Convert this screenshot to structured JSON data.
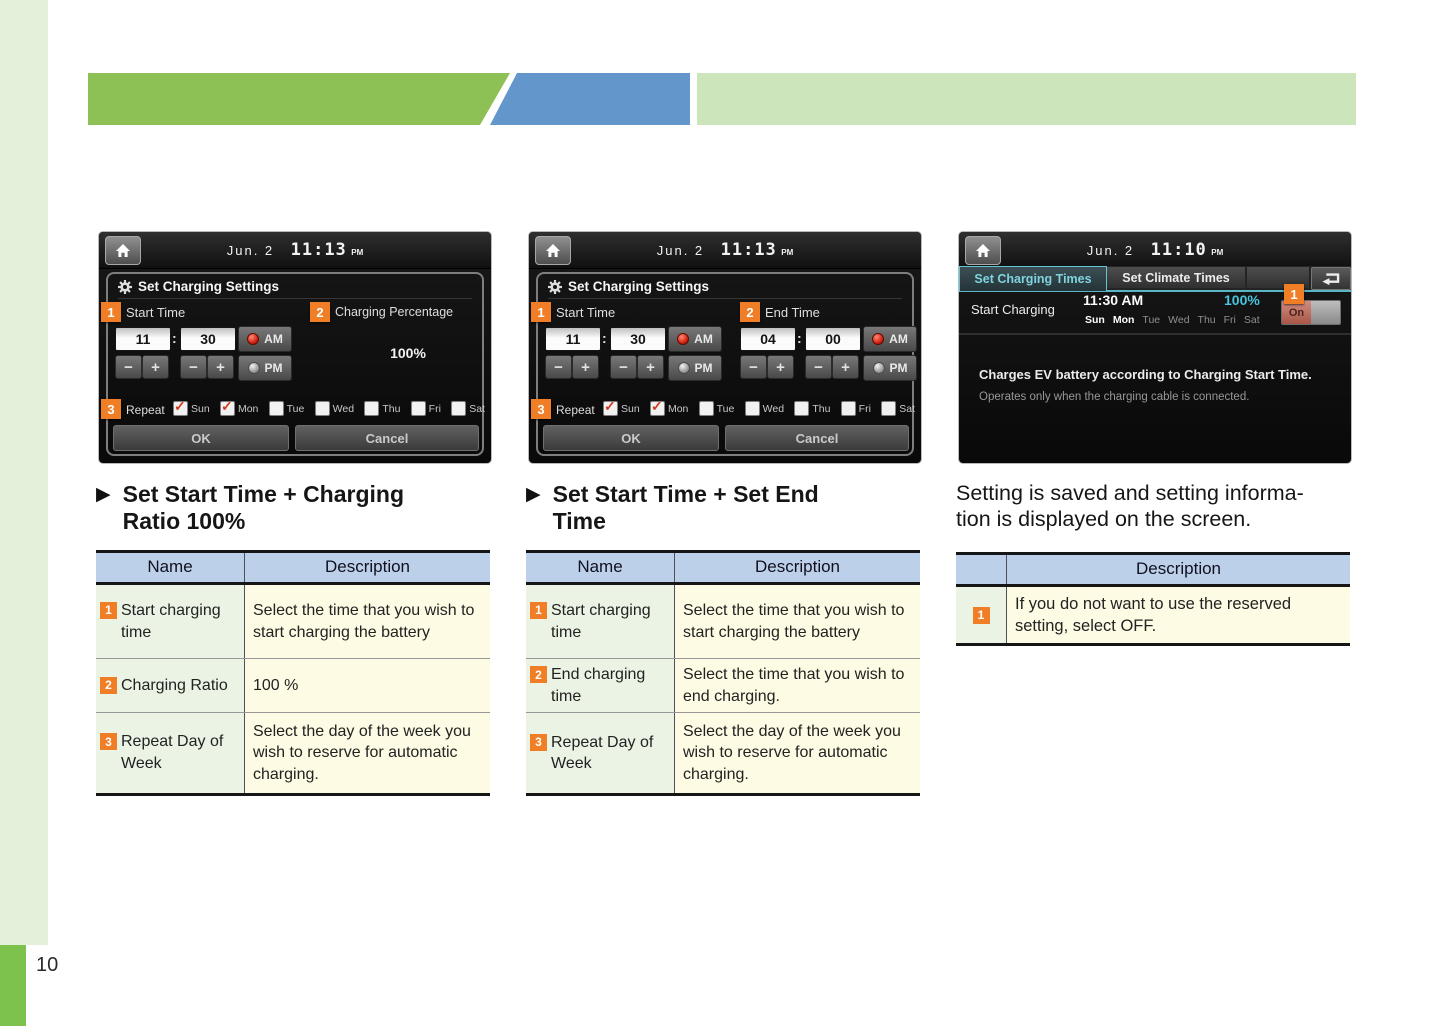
{
  "page": {
    "number": "10"
  },
  "screens": {
    "s1": {
      "status": {
        "date": "Jun. 2",
        "time": "11:13",
        "meridiem": "PM"
      },
      "panel_title": "Set Charging Settings",
      "colon": ":",
      "minus": "−",
      "plus": "+",
      "start": {
        "badge": "1",
        "label": "Start Time",
        "hour": "11",
        "minute": "30",
        "am": "AM",
        "pm": "PM"
      },
      "percent": {
        "badge": "2",
        "label": "Charging Percentage",
        "value": "100%"
      },
      "repeat": {
        "badge": "3",
        "label": "Repeat",
        "days": [
          {
            "label": "Sun",
            "checked": true
          },
          {
            "label": "Mon",
            "checked": true
          },
          {
            "label": "Tue",
            "checked": false
          },
          {
            "label": "Wed",
            "checked": false
          },
          {
            "label": "Thu",
            "checked": false
          },
          {
            "label": "Fri",
            "checked": false
          },
          {
            "label": "Sat",
            "checked": false
          }
        ]
      },
      "ok": "OK",
      "cancel": "Cancel"
    },
    "s2": {
      "status": {
        "date": "Jun. 2",
        "time": "11:13",
        "meridiem": "PM"
      },
      "panel_title": "Set Charging Settings",
      "colon": ":",
      "minus": "−",
      "plus": "+",
      "start": {
        "badge": "1",
        "label": "Start Time",
        "hour": "11",
        "minute": "30",
        "am": "AM",
        "pm": "PM"
      },
      "end": {
        "badge": "2",
        "label": "End Time",
        "hour": "04",
        "minute": "00",
        "am": "AM",
        "pm": "PM"
      },
      "repeat": {
        "badge": "3",
        "label": "Repeat",
        "days": [
          {
            "label": "Sun",
            "checked": true
          },
          {
            "label": "Mon",
            "checked": true
          },
          {
            "label": "Tue",
            "checked": false
          },
          {
            "label": "Wed",
            "checked": false
          },
          {
            "label": "Thu",
            "checked": false
          },
          {
            "label": "Fri",
            "checked": false
          },
          {
            "label": "Sat",
            "checked": false
          }
        ]
      },
      "ok": "OK",
      "cancel": "Cancel"
    },
    "s3": {
      "status": {
        "date": "Jun. 2",
        "time": "11:10",
        "meridiem": "PM"
      },
      "tabs": {
        "charging": "Set Charging Times",
        "climate": "Set Climate Times"
      },
      "row": {
        "label": "Start Charging",
        "time": "11:30 AM",
        "percent": "100%",
        "badge": "1",
        "toggle_on": "On",
        "days": [
          "Sun",
          "Mon",
          "Tue",
          "Wed",
          "Thu",
          "Fri",
          "Sat"
        ],
        "active_days": [
          "Sun",
          "Mon"
        ]
      },
      "info_primary": "Charges EV battery according to Charging Start Time.",
      "info_secondary": "Operates only when the charging cable is connected."
    }
  },
  "sections": {
    "s1": {
      "heading_line1": "Set Start Time + Charging",
      "heading_line2": "Ratio 100%",
      "arrow": "▶",
      "table": {
        "col_name": "Name",
        "col_desc": "Description",
        "rows": [
          {
            "badge": "1",
            "name": "Start charging time",
            "desc": "Select the time that you wish to start charging the battery"
          },
          {
            "badge": "2",
            "name": "Charging Ratio",
            "desc": "100 %"
          },
          {
            "badge": "3",
            "name": "Repeat Day of Week",
            "desc": "Select the day of the week you wish to reserve for automatic charging."
          }
        ]
      }
    },
    "s2": {
      "heading_line1": "Set Start Time + Set End",
      "heading_line2": "Time",
      "arrow": "▶",
      "table": {
        "col_name": "Name",
        "col_desc": "Description",
        "rows": [
          {
            "badge": "1",
            "name": "Start charging time",
            "desc": "Select the time that you wish to start charging the battery"
          },
          {
            "badge": "2",
            "name": "End charging time",
            "desc": "Select the time that you wish to end charging."
          },
          {
            "badge": "3",
            "name": "Repeat Day of Week",
            "desc": "Select the day of the week you wish to reserve for automatic charging."
          }
        ]
      }
    },
    "s3": {
      "text_line1": "Setting is saved and setting informa-",
      "text_line2": "tion is displayed on the screen.",
      "table": {
        "col_desc": "Description",
        "rows": [
          {
            "badge": "1",
            "desc": "If you do not want to use the reserved setting, select OFF."
          }
        ]
      }
    }
  },
  "colors": {
    "accent_orange": "#f07e26",
    "header_green": "#8dc055",
    "header_blue": "#6397cb",
    "header_light_green": "#cde5ba",
    "table_header_blue": "#bdd0e9",
    "table_name_green": "#eaf3e4",
    "table_desc_cream": "#fdfbe3",
    "teal_accent": "#49c4de"
  }
}
